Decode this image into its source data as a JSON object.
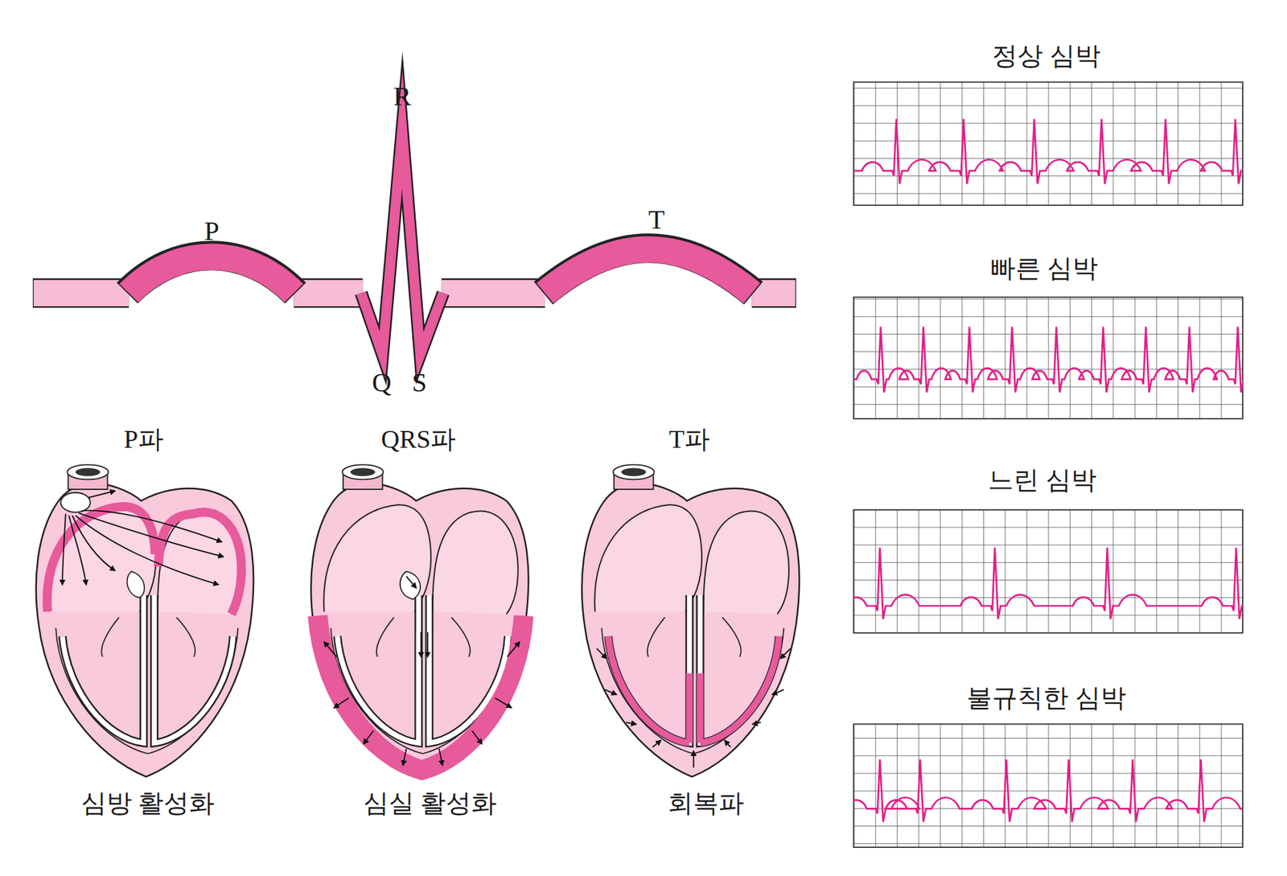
{
  "diagram": {
    "labels": [
      "R",
      "P",
      "T",
      "Q",
      "S",
      "P파",
      "QRS파",
      "T파",
      "심방 활성화",
      "심실 활성화",
      "회복파",
      "정상 심박",
      "빠른 심박",
      "느린 심박",
      "불규칙한 심박"
    ]
  }
}
